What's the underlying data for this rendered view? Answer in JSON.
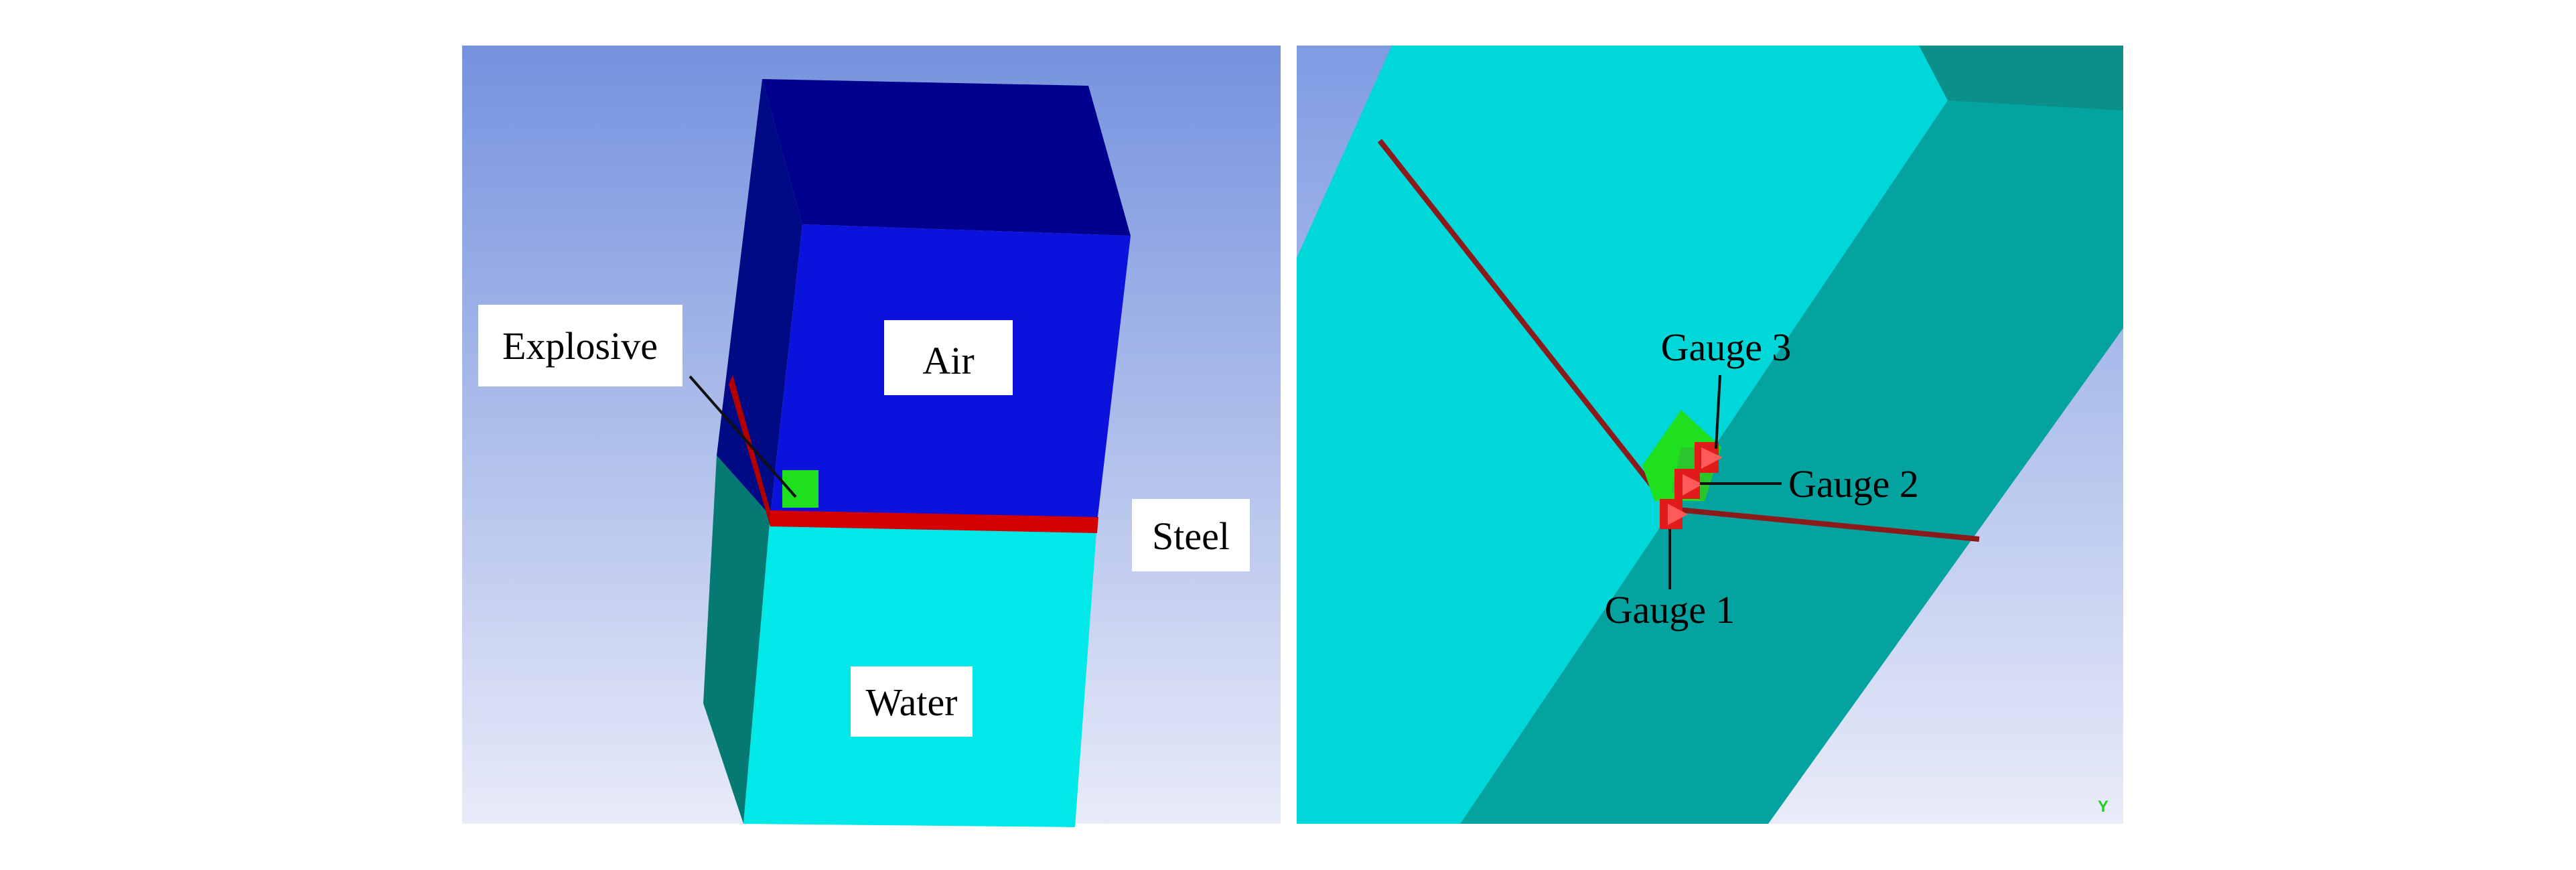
{
  "panels": [
    {
      "id": "left",
      "labels": {
        "explosive": "Explosive",
        "air": "Air",
        "steel": "Steel",
        "water": "Water"
      }
    },
    {
      "id": "right",
      "labels": {
        "gauge1": "Gauge 1",
        "gauge2": "Gauge 2",
        "gauge3": "Gauge 3"
      },
      "axis_indicator": "Y"
    }
  ],
  "colors": {
    "air_front": "#0a12dc",
    "air_top": "#00008f",
    "air_side": "#000a85",
    "water_front": "#00e8e8",
    "water_side": "#057a72",
    "steel": "#d40000",
    "explosive": "#1ee01e",
    "gauge": "#ff3a3a",
    "right_light_face": "#00d7d9",
    "right_dark_face": "#04a39f",
    "background_top": "#7592de",
    "background_bottom": "#e8ebf8"
  }
}
